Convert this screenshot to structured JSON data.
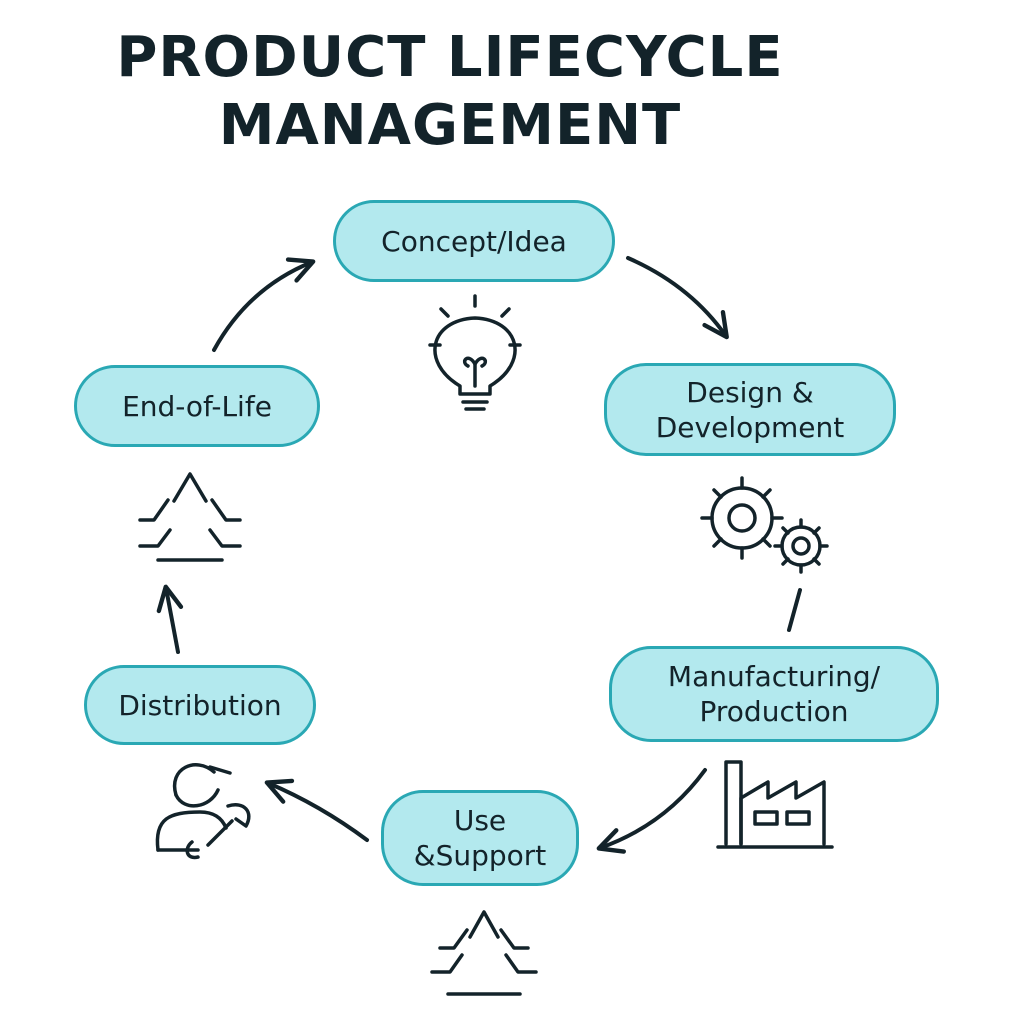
{
  "title": {
    "line1": "PRODUCT LIFECYCLE",
    "line2": "MANAGEMENT"
  },
  "stages": {
    "concept": {
      "lines": [
        "Concept/Idea"
      ],
      "icon": "lightbulb-icon"
    },
    "design": {
      "lines": [
        "Design &",
        "Development"
      ],
      "icon": "gears-icon"
    },
    "manufacturing": {
      "lines": [
        "Manufacturing/",
        "Production"
      ],
      "icon": "factory-icon"
    },
    "use": {
      "lines": [
        "Use",
        "&Support"
      ],
      "icon": "recycle-icon"
    },
    "distribution": {
      "lines": [
        "Distribution"
      ],
      "icon": "worker-wrench-icon"
    },
    "end_of_life": {
      "lines": [
        "End-of-Life"
      ],
      "icon": "recycle-icon"
    }
  },
  "colors": {
    "stage_fill": "#b3e9ee",
    "stage_border": "#2aa8b4",
    "ink": "#13232a"
  }
}
